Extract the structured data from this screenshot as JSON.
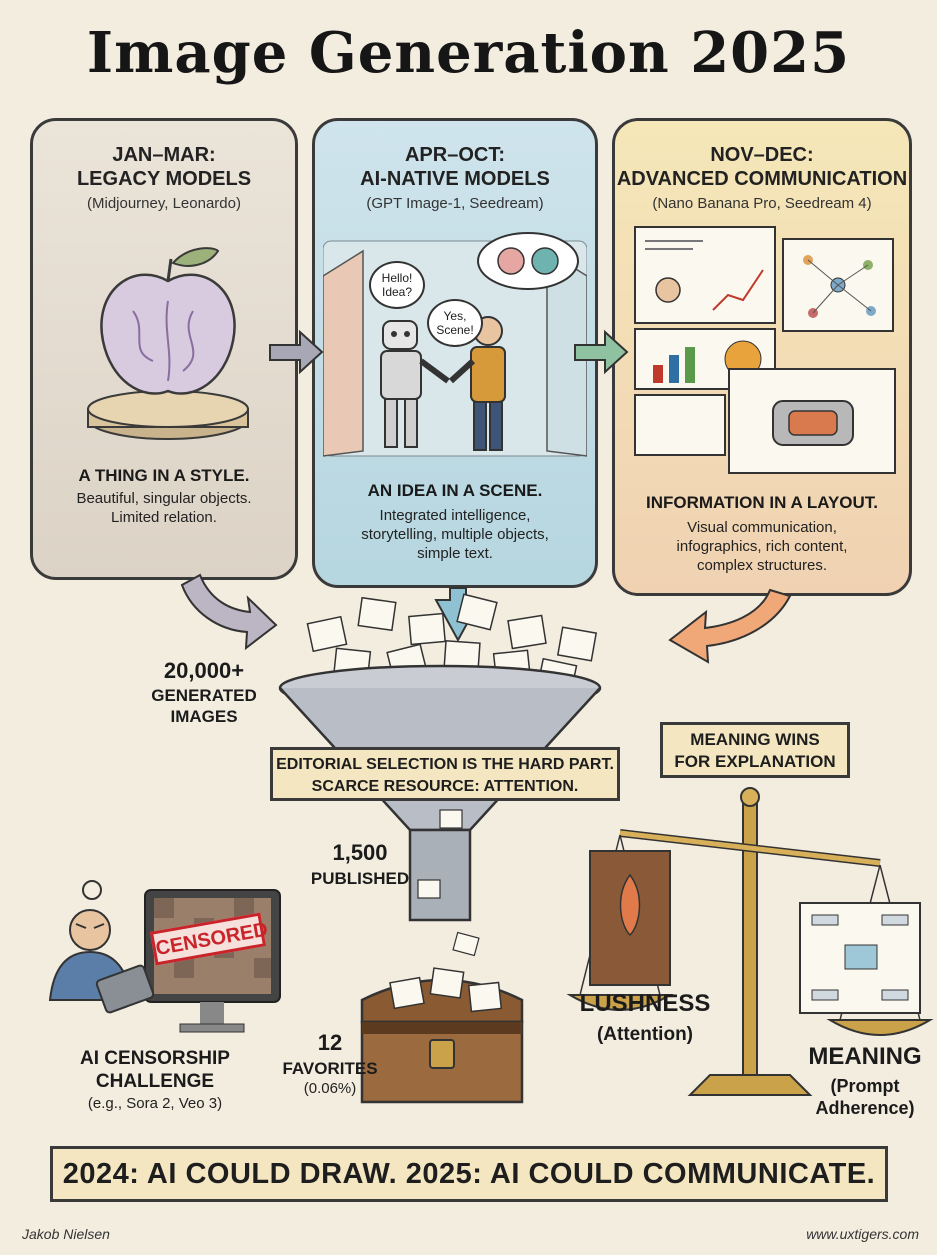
{
  "title": "Image Generation 2025",
  "panels": [
    {
      "period": "JAN–MAR:",
      "name": "LEGACY MODELS",
      "models": "(Midjourney, Leonardo)",
      "tagline": "A THING IN A STYLE.",
      "description_lines": [
        "Beautiful, singular objects.",
        "Limited relation."
      ]
    },
    {
      "period": "APR–OCT:",
      "name": "AI-NATIVE MODELS",
      "models": "(GPT Image-1, Seedream)",
      "tagline": "AN IDEA IN A SCENE.",
      "description_lines": [
        "Integrated intelligence,",
        "storytelling, multiple objects,",
        "simple text."
      ],
      "bubbles": [
        "Hello! Idea?",
        "Yes, Scene!"
      ]
    },
    {
      "period": "NOV–DEC:",
      "name": "ADVANCED COMMUNICATION",
      "models": "(Nano Banana Pro, Seedream 4)",
      "tagline": "INFORMATION IN A LAYOUT.",
      "description_lines": [
        "Visual communication,",
        "infographics, rich content,",
        "complex structures."
      ]
    }
  ],
  "funnel": {
    "generated_count": "20,000+",
    "generated_lines": [
      "GENERATED",
      "IMAGES"
    ],
    "selection_lines": [
      "EDITORIAL SELECTION IS THE HARD PART.",
      "SCARCE RESOURCE: ATTENTION."
    ],
    "published_count": "1,500",
    "published_label": "PUBLISHED",
    "favorites_count": "12",
    "favorites_label": "FAVORITES",
    "favorites_pct": "(0.06%)"
  },
  "censorship": {
    "stamp": "CENSORED",
    "title_lines": [
      "AI CENSORSHIP",
      "CHALLENGE"
    ],
    "examples": "(e.g., Sora 2, Veo 3)"
  },
  "scale": {
    "banner_lines": [
      "MEANING WINS",
      "FOR EXPLANATION"
    ],
    "left_title": "LUSHNESS",
    "left_sub": "(Attention)",
    "right_title": "MEANING",
    "right_sub_lines": [
      "(Prompt",
      "Adherence)"
    ]
  },
  "bottom_banner": "2024: AI COULD DRAW. 2025: AI COULD COMMUNICATE.",
  "footer": {
    "author": "Jakob Nielsen",
    "site": "www.uxtigers.com"
  },
  "colors": {
    "background": "#f3ede0",
    "panel1": "#e4ddd1",
    "panel2": "#c3dde6",
    "panel3": "#f3dcb5",
    "banner": "#f4e6c0",
    "stamp": "#c8242a"
  }
}
